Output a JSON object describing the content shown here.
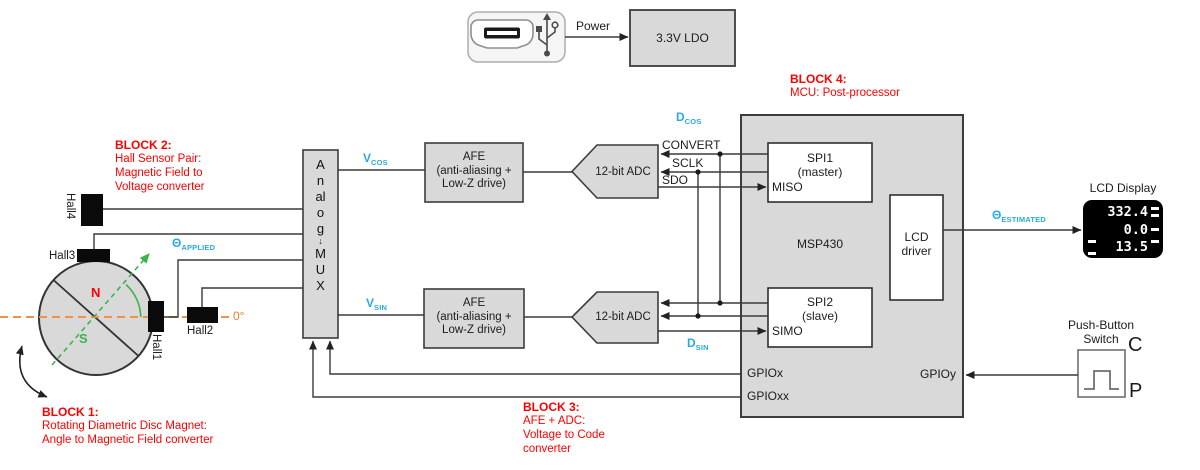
{
  "colors": {
    "red": "#ff0000",
    "cyan": "#29abe2",
    "green": "#39b54a",
    "orange": "#f07f28",
    "box_fill": "#d9d9d9",
    "box_border": "#3c3c3c",
    "wire": "#3a3a3a",
    "lcd_bg": "#000000",
    "lcd_fg": "#ffffff"
  },
  "icons": {
    "usb": "usb-connector-icon",
    "mux_select_glyph": "↓"
  },
  "power": {
    "label": "Power",
    "ldo": "3.3V LDO"
  },
  "block_labels": {
    "block1": {
      "title": "BLOCK 1:",
      "line1": "Rotating Diametric Disc Magnet:",
      "line2": "Angle to Magnetic Field converter"
    },
    "block2": {
      "title": "BLOCK 2:",
      "line1": "Hall Sensor Pair:",
      "line2": "Magnetic Field to",
      "line3": "Voltage converter"
    },
    "block3": {
      "title": "BLOCK 3:",
      "line1": "AFE + ADC:",
      "line2": "Voltage to Code",
      "line3": "converter"
    },
    "block4": {
      "title": "BLOCK 4:",
      "line1": "MCU: Post-processor"
    }
  },
  "magnet": {
    "n": "N",
    "s": "S",
    "zero": "0°"
  },
  "halls": {
    "h1": "Hall1",
    "h2": "Hall2",
    "h3": "Hall3",
    "h4": "Hall4"
  },
  "mux": {
    "word1": "Analog",
    "word2": "MUX"
  },
  "afe": {
    "line1": "AFE",
    "line2": "(anti-aliasing +",
    "line3": "Low-Z drive)"
  },
  "adc": {
    "label": "12-bit ADC"
  },
  "signals": {
    "vcos": {
      "main": "V",
      "sub": "COS"
    },
    "vsin": {
      "main": "V",
      "sub": "SIN"
    },
    "dcos": {
      "main": "D",
      "sub": "COS"
    },
    "dsin": {
      "main": "D",
      "sub": "SIN"
    },
    "theta_applied": {
      "main": "Θ",
      "sub": "APPLIED"
    },
    "theta_estimated": {
      "main": "Θ",
      "sub": "ESTIMATED"
    },
    "convert": "CONVERT",
    "sclk": "SCLK",
    "sdo": "SDO",
    "miso": "MISO",
    "simo": "SIMO",
    "gpiox": "GPIOx",
    "gpioxx": "GPIOxx",
    "gpioy": "GPIOy"
  },
  "mcu": {
    "name": "MSP430",
    "spi1_line1": "SPI1",
    "spi1_line2": "(master)",
    "spi2_line1": "SPI2",
    "spi2_line2": "(slave)",
    "lcd_driver_line1": "LCD",
    "lcd_driver_line2": "driver"
  },
  "lcd": {
    "title": "LCD Display",
    "line1": "332.4",
    "line2": "0.0",
    "line3": "13.5"
  },
  "push_button": {
    "line1": "Push-Button",
    "line2": "Switch",
    "c": "C",
    "p": "P"
  }
}
